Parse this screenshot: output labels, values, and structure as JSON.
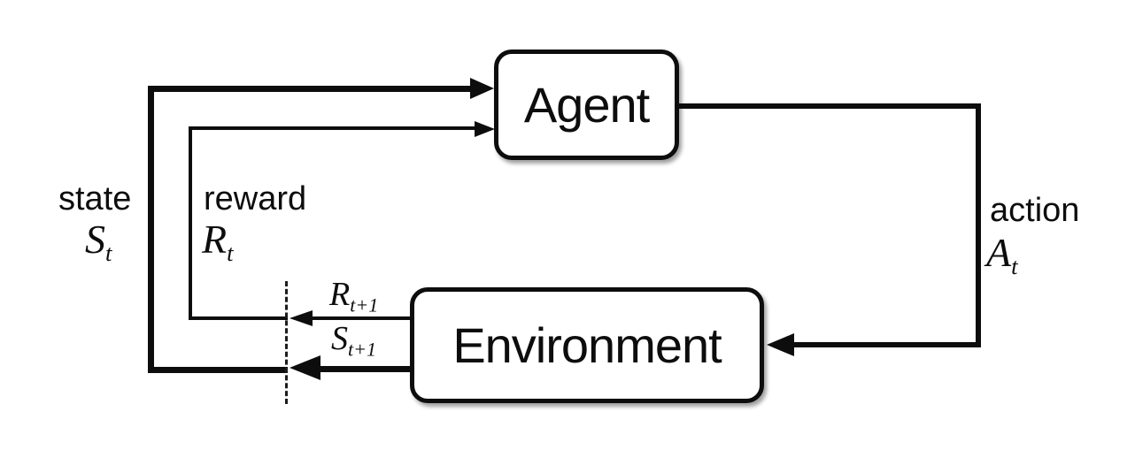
{
  "colors": {
    "ink": "#0d0d0d",
    "background": "#ffffff"
  },
  "nodes": {
    "agent": {
      "label": "Agent"
    },
    "environment": {
      "label": "Environment"
    }
  },
  "labels": {
    "state": {
      "word": "state",
      "symbol": "S",
      "sub": "t"
    },
    "reward": {
      "word": "reward",
      "symbol": "R",
      "sub": "t"
    },
    "action": {
      "word": "action",
      "symbol": "A",
      "sub": "t"
    },
    "next_reward": {
      "symbol": "R",
      "sub": "t+1"
    },
    "next_state": {
      "symbol": "S",
      "sub": "t+1"
    }
  }
}
